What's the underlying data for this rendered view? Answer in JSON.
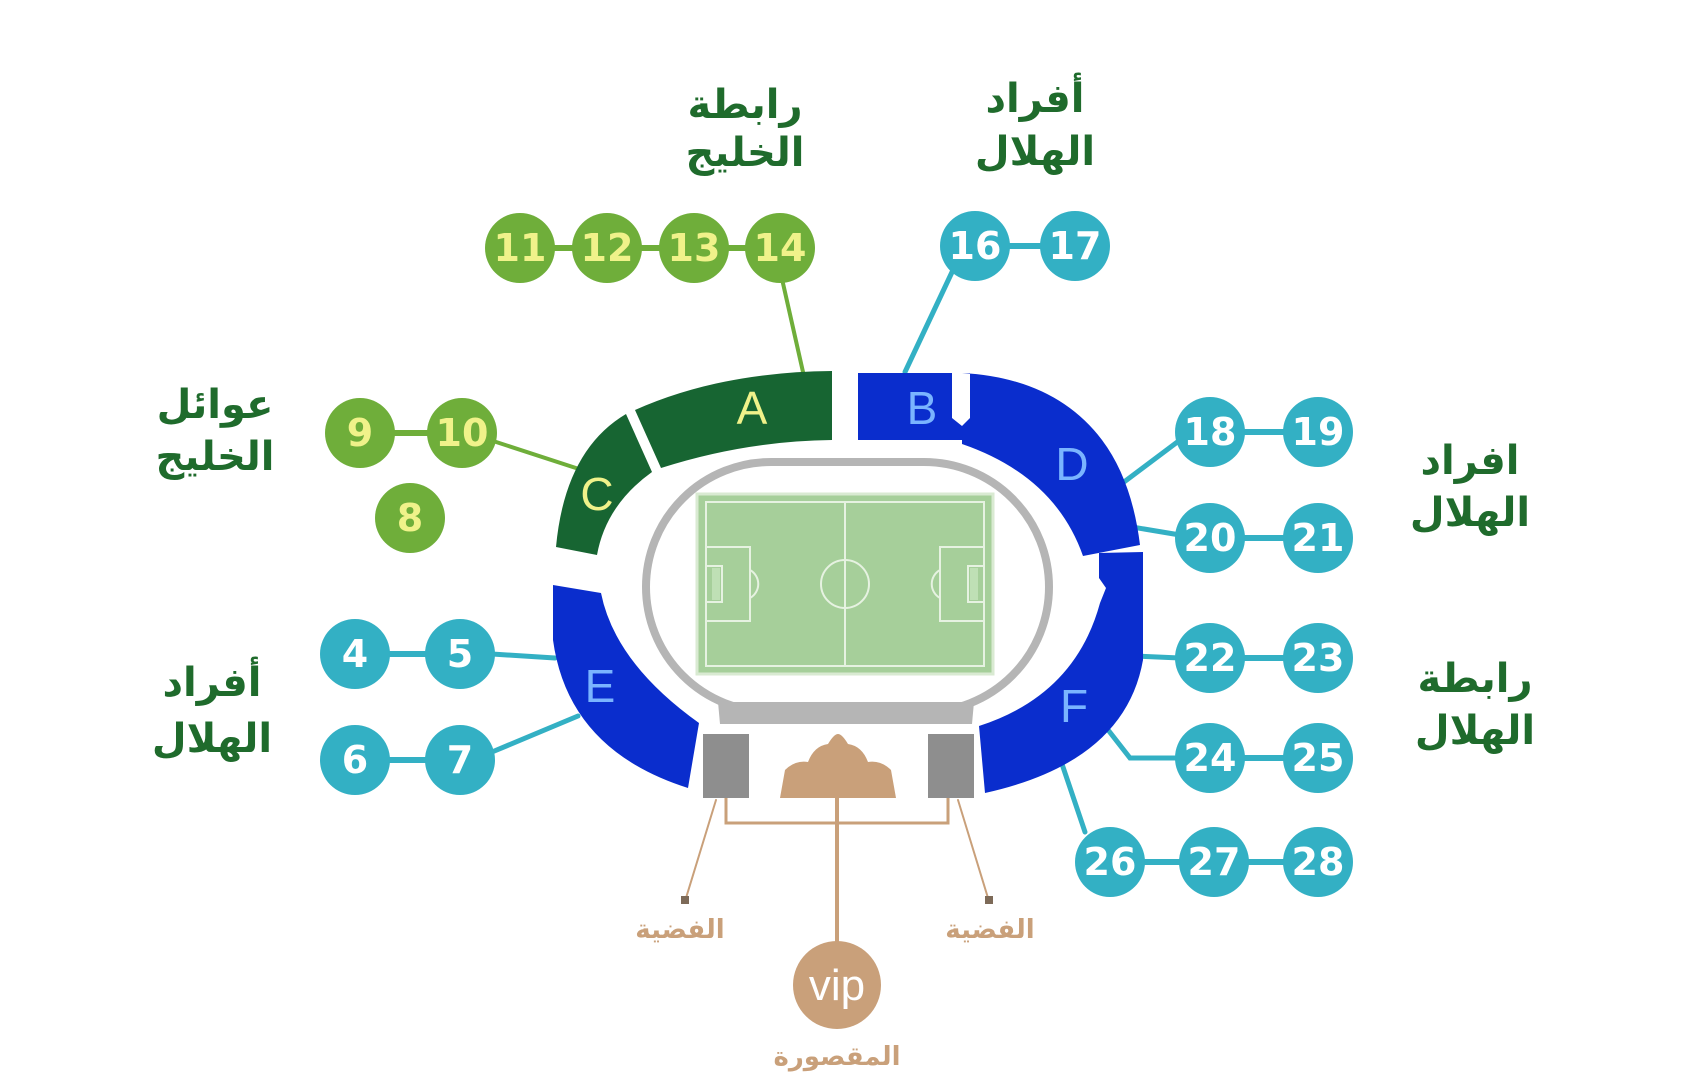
{
  "colors": {
    "green_gate": "#6fae3a",
    "green_gate_text": "#f0f28a",
    "teal_gate": "#33b0c4",
    "teal_gate_text": "#ffffff",
    "section_green": "#176532",
    "section_blue": "#0a2dcd",
    "section_text_green": "#f0f28a",
    "section_text_blue": "#7ab4ff",
    "label_green": "#1f6b2c",
    "vip": "#c9a07a",
    "pitch": "#a6cf9a",
    "track": "#b5b5b5",
    "box_gray": "#8e8e8e"
  },
  "labels": {
    "gulf_league": [
      "رابطة",
      "الخليج"
    ],
    "hilal_individuals_top": [
      "أفراد",
      "الهلال"
    ],
    "gulf_families": [
      "عوائل",
      "الخليج"
    ],
    "hilal_individuals_right": [
      "افراد",
      "الهلال"
    ],
    "hilal_individuals_left": [
      "أفراد",
      "الهلال"
    ],
    "hilal_league": [
      "رابطة",
      "الهلال"
    ],
    "silver_left": "الفضية",
    "silver_right": "الفضية",
    "vip_badge": "vip",
    "vip_name": "المقصورة"
  },
  "sections": {
    "A": "A",
    "B": "B",
    "C": "C",
    "D": "D",
    "E": "E",
    "F": "F"
  },
  "gates_green": [
    "11",
    "12",
    "13",
    "14",
    "9",
    "10",
    "8"
  ],
  "gates_teal": [
    "16",
    "17",
    "18",
    "19",
    "20",
    "21",
    "4",
    "5",
    "6",
    "7",
    "22",
    "23",
    "24",
    "25",
    "26",
    "27",
    "28"
  ]
}
